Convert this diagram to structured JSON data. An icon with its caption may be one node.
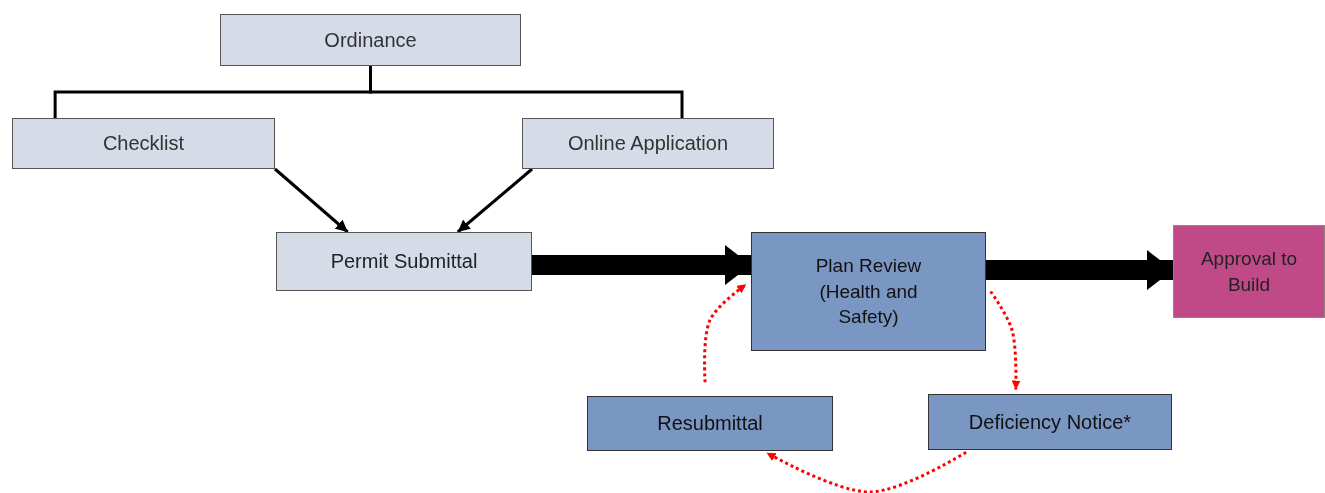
{
  "diagram": {
    "nodes": [
      {
        "text": [
          "Ordinance"
        ]
      },
      {
        "text": [
          "Checklist"
        ]
      },
      {
        "text": [
          "Online Application"
        ]
      },
      {
        "text": [
          "Permit Submittal"
        ]
      },
      {
        "text": [
          "Plan Review (Health and Safety)"
        ]
      },
      {
        "text": [
          "Approval to Build"
        ]
      },
      {
        "text": [
          "Resubmittal"
        ]
      },
      {
        "text": [
          "Deficiency Notice*"
        ]
      }
    ],
    "edges": [
      {
        "from": 0,
        "to": 1,
        "arrow": "none"
      },
      {
        "from": 0,
        "to": 2,
        "arrow": "none"
      },
      {
        "from": 1,
        "to": 3,
        "arrow": "to"
      },
      {
        "from": 2,
        "to": 3,
        "arrow": "to"
      },
      {
        "from": 3,
        "to": 4,
        "arrow": "to",
        "style": "thick"
      },
      {
        "from": 4,
        "to": 5,
        "arrow": "to",
        "style": "thick"
      },
      {
        "from": 4,
        "to": 7,
        "arrow": "to",
        "style": "dashed",
        "color": "#ff0000"
      },
      {
        "from": 7,
        "to": 6,
        "arrow": "to",
        "style": "dashed",
        "color": "#ff0000"
      },
      {
        "from": 6,
        "to": 4,
        "arrow": "to",
        "style": "dashed",
        "color": "#ff0000"
      }
    ]
  }
}
